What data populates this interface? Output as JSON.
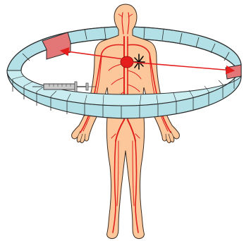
{
  "figure": {
    "colors": {
      "background": "#ffffff",
      "skin": "#fcc89b",
      "skin_outline": "#3a2a1f",
      "vessel": "#e0201a",
      "ring_face": "#b3e0e6",
      "ring_highlight": "#e37777",
      "ring_outline": "#2b2b2b",
      "arrow": "#e41d1d",
      "syringe": "#c9c9c9",
      "heart": "#e41d1d",
      "heart_mark": "#000000"
    },
    "icons": {
      "human_body": "human-body-figure",
      "circulation": "circulatory-system-lines",
      "ring": "segmented-ring",
      "syringe": "syringe-icon",
      "heart": "heart-icon",
      "arrows": "double-headed-arrow"
    }
  }
}
